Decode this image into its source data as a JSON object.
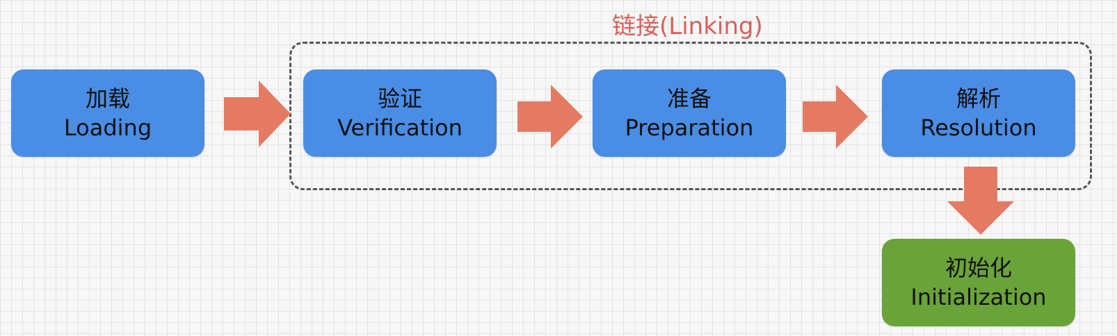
{
  "linking": {
    "title": "链接(Linking)"
  },
  "stages": {
    "loading": {
      "zh": "加载",
      "en": "Loading"
    },
    "verification": {
      "zh": "验证",
      "en": "Verification"
    },
    "preparation": {
      "zh": "准备",
      "en": "Preparation"
    },
    "resolution": {
      "zh": "解析",
      "en": "Resolution"
    },
    "initialization": {
      "zh": "初始化",
      "en": "Initialization"
    }
  },
  "colors": {
    "stage_box": "#4a8de5",
    "initialization_box": "#6aa339",
    "arrow": "#e57a63",
    "linking_title": "#d8605a",
    "linking_border": "#555555"
  }
}
